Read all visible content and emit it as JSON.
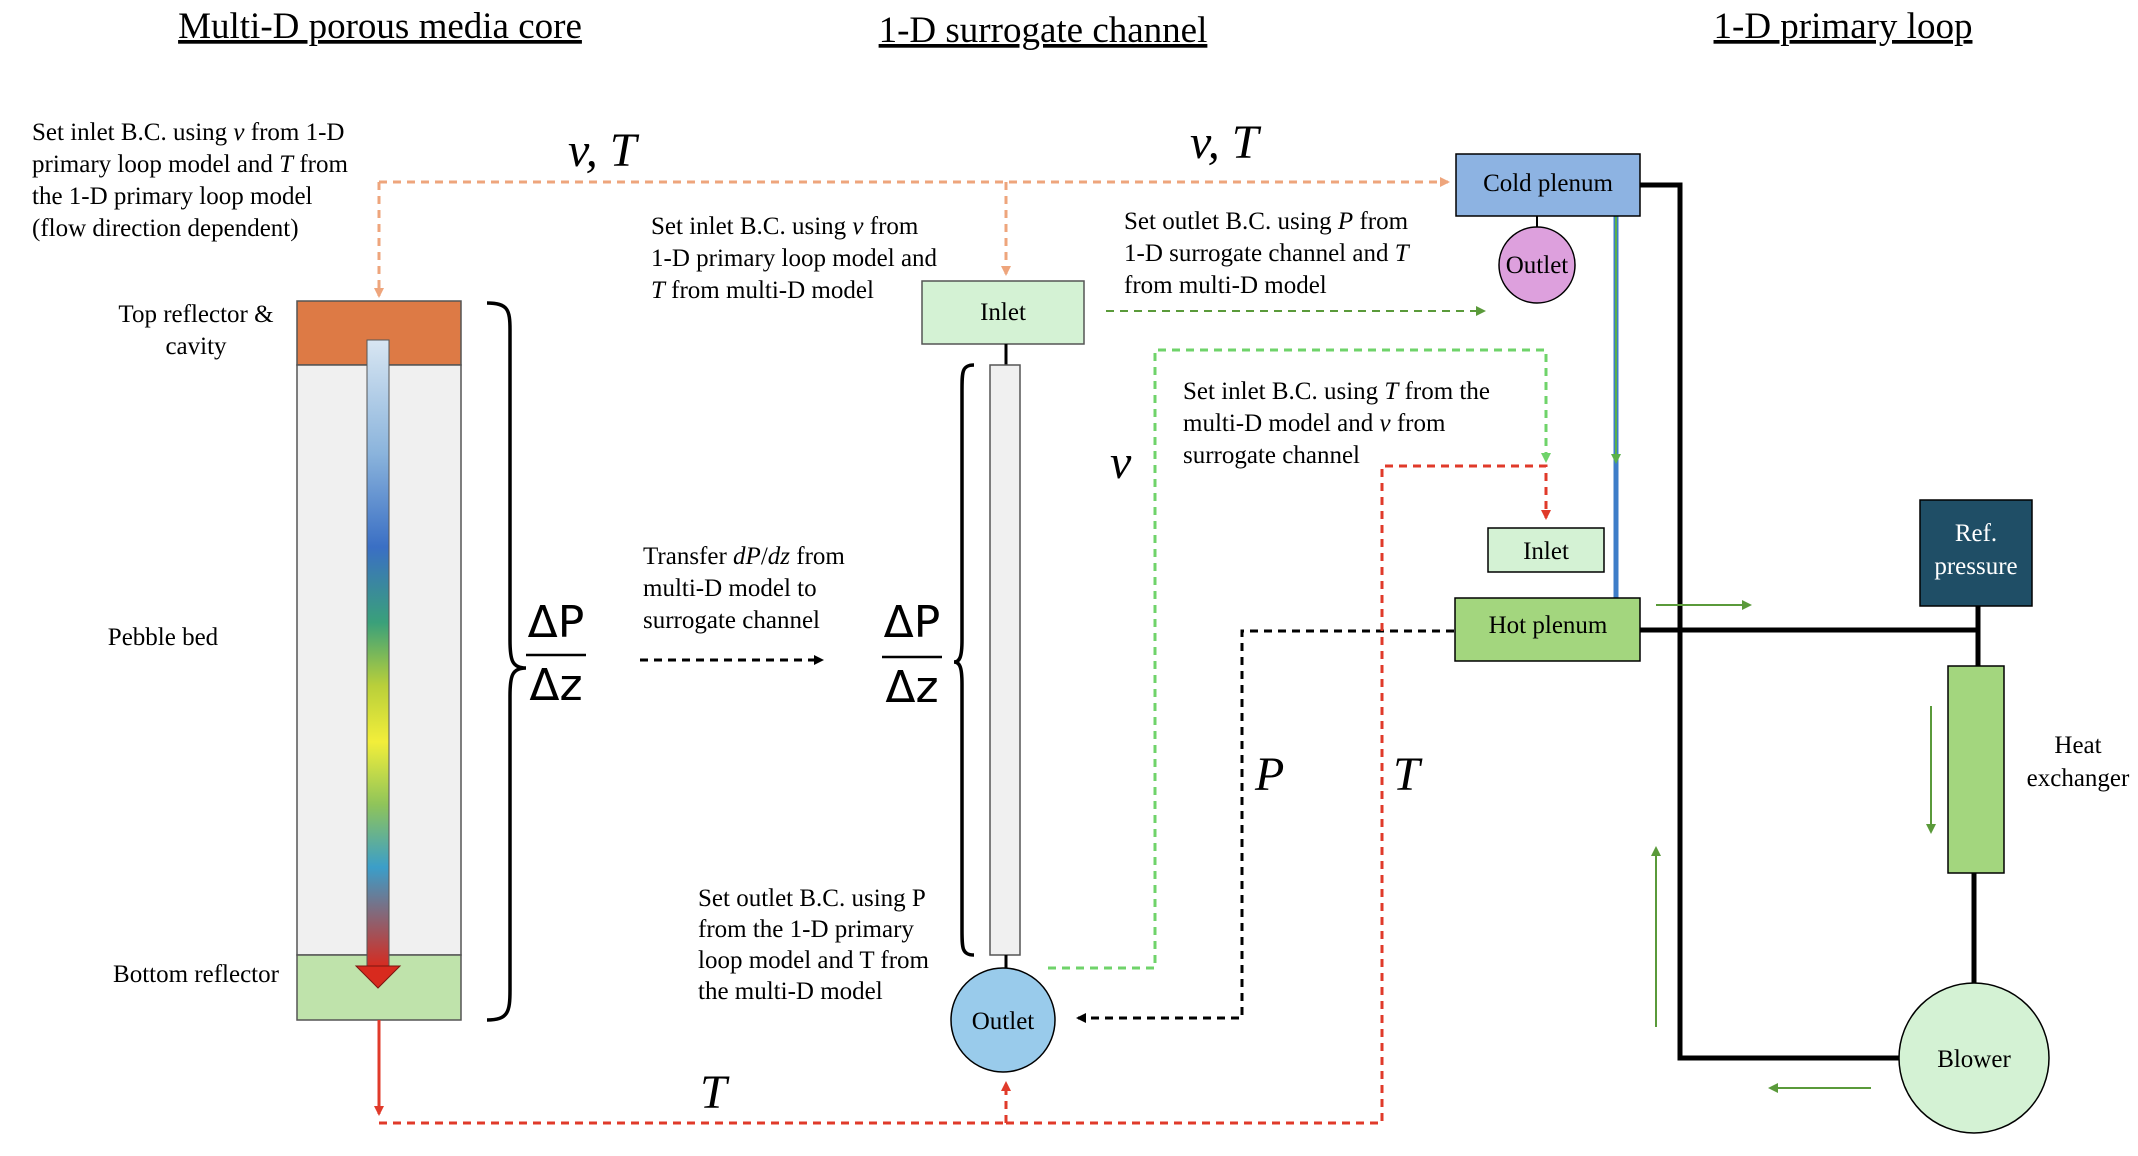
{
  "headers": {
    "core": "Multi-D porous media core",
    "surrogate": "1-D surrogate channel",
    "primary": "1-D primary loop"
  },
  "core": {
    "top_reflector": [
      "Top reflector &",
      "cavity"
    ],
    "pebble_bed": "Pebble bed",
    "bottom_reflector": "Bottom reflector",
    "colors": {
      "top_reflector": "#dd7a45",
      "pebble_bed": "#f0f0f0",
      "bottom_reflector": "#bfe3ab"
    }
  },
  "notes": {
    "core_inlet": [
      [
        "Set inlet B.C. using ",
        {
          "i": "v"
        },
        " from 1-D"
      ],
      [
        "primary loop model and ",
        {
          "i": "T"
        },
        " from"
      ],
      [
        "the 1-D primary loop model"
      ],
      [
        "(flow direction dependent)"
      ]
    ],
    "surrogate_inlet": [
      [
        "Set inlet B.C. using ",
        {
          "i": "v"
        },
        " from"
      ],
      [
        "1-D primary loop model and"
      ],
      [
        {
          "i": "T"
        },
        " from multi-D model"
      ]
    ],
    "cold_plenum_outlet": [
      [
        "Set outlet B.C. using ",
        {
          "i": "P"
        },
        " from"
      ],
      [
        "1-D surrogate channel and ",
        {
          "i": "T"
        }
      ],
      [
        "from multi-D model"
      ]
    ],
    "hot_plenum_inlet": [
      [
        "Set inlet B.C. using ",
        {
          "i": "T"
        },
        " from the"
      ],
      [
        "multi-D model and ",
        {
          "i": "v"
        },
        " from"
      ],
      [
        "surrogate channel"
      ]
    ],
    "transfer": [
      [
        "Transfer ",
        {
          "i": "dP"
        },
        "/",
        {
          "i": "dz"
        },
        " from"
      ],
      [
        "multi-D model to"
      ],
      [
        "surrogate channel"
      ]
    ],
    "surrogate_outlet": [
      [
        "Set outlet B.C. using P"
      ],
      [
        "from the 1-D primary"
      ],
      [
        "loop model and T from"
      ],
      [
        "the multi-D model"
      ]
    ]
  },
  "variables": {
    "vT_left": "v, T",
    "vT_right": "v, T",
    "v": "v",
    "P": "P",
    "T_mid": "T",
    "T_bottom": "T",
    "dP_num": "ΔP",
    "dP_den": "Δz"
  },
  "surrogate": {
    "inlet": "Inlet",
    "outlet": "Outlet"
  },
  "loop": {
    "cold_plenum": "Cold plenum",
    "cold_outlet": "Outlet",
    "hot_inlet": "Inlet",
    "hot_plenum": "Hot plenum",
    "ref_pressure": [
      "Ref.",
      "pressure"
    ],
    "heat_exchanger": [
      "Heat",
      "exchanger"
    ],
    "blower": "Blower"
  },
  "colors": {
    "orange_dashed": "#eea57c",
    "green_dashed": "#6fd36a",
    "red_dashed": "#e03a2a",
    "dark_green_arrow": "#5a9a3a",
    "blue_pipe": "#3e7dc8",
    "cold_plenum_fill": "#8db3e2",
    "hot_plenum_fill": "#a3d67e",
    "inlet_fill": "#d4f2d4",
    "surrogate_outlet_fill": "#99cbeb",
    "cold_outlet_fill": "#dda0dd",
    "ref_pressure_fill": "#1f4e66",
    "blower_fill": "#d4f2d4"
  }
}
